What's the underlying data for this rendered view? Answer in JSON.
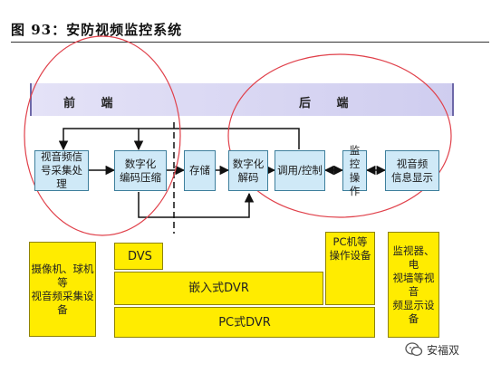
{
  "title": "图 93：安防视频监控系统",
  "phases": {
    "front": "前 端",
    "back": "后 端"
  },
  "flow_boxes": [
    "视音频信\n号采集处理",
    "数字化\n编码压缩",
    "存储",
    "数字化\n解码",
    "调用/控制",
    "监控\n操作",
    "视音频\n信息显示"
  ],
  "devices": {
    "capture": "摄像机、球机等\n视音频采集设备",
    "dvs": "DVS",
    "pc_ops": "PC机等\n操作设备",
    "embedded_dvr": "嵌入式DVR",
    "pc_dvr": "PC式DVR",
    "display": "监视器、电\n视墙等视音\n频显示设备"
  },
  "watermark": "安福双",
  "colors": {
    "flow_box_fill": "#cfe9f7",
    "device_fill": "#ffec00",
    "ellipse": "#e0404a",
    "band": "#cfcdef"
  }
}
